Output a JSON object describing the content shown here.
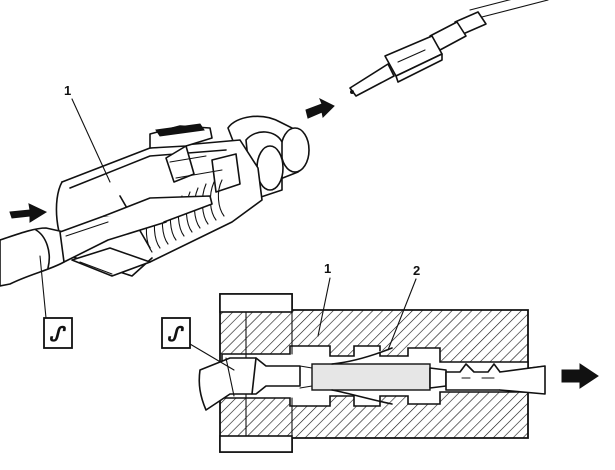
{
  "callouts": {
    "top_connector_label": "1",
    "section_body_label": "1",
    "section_terminal_label": "2"
  },
  "badges": {
    "top_tool_symbol": "ᔑ",
    "section_tool_symbol": "ᔑ"
  },
  "icons": [
    "insert-arrow-icon",
    "push-arrow-icon",
    "pull-arrow-icon",
    "terminal-tool-symbol-icon"
  ]
}
